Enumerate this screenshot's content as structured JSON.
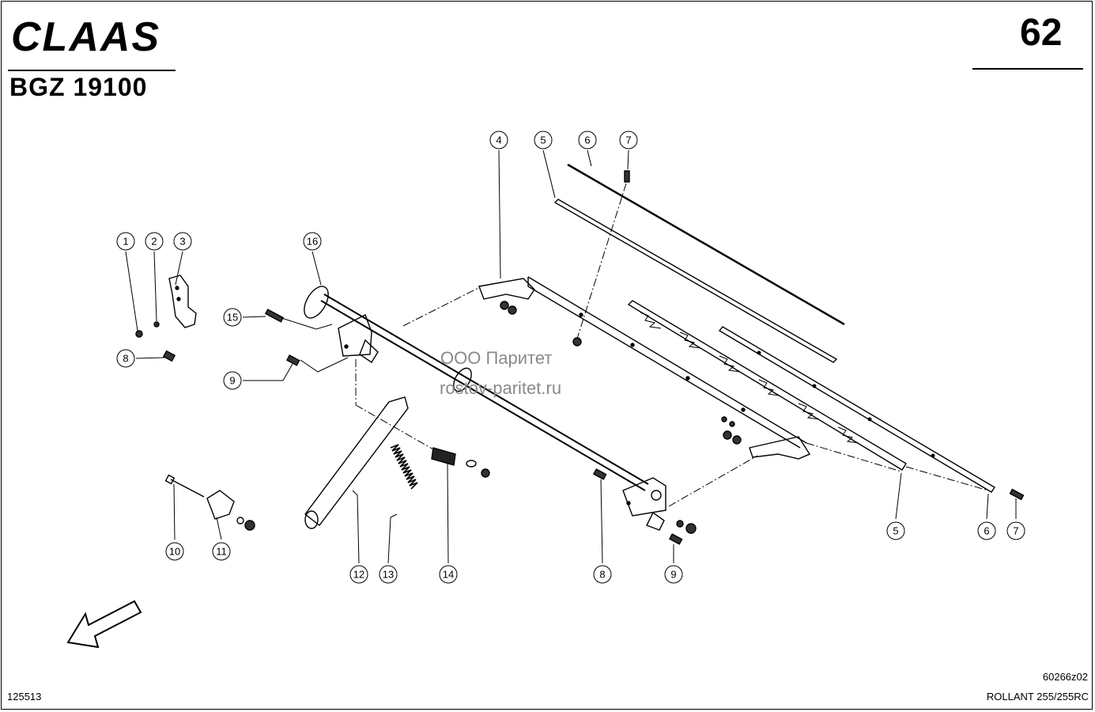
{
  "header": {
    "brand": "CLAAS",
    "model": "BGZ 19100",
    "page_number": "62"
  },
  "watermark": {
    "line1": "ООО Паритет",
    "line2": "rostov-paritet.ru"
  },
  "footer": {
    "left_code": "125513",
    "drawing_code": "60266z02",
    "machine": "ROLLANT 255/255RC"
  },
  "callouts": [
    "1",
    "2",
    "3",
    "4",
    "5",
    "6",
    "7",
    "16",
    "15",
    "8",
    "9",
    "5",
    "6",
    "7",
    "10",
    "11",
    "12",
    "13",
    "14",
    "8",
    "9"
  ]
}
